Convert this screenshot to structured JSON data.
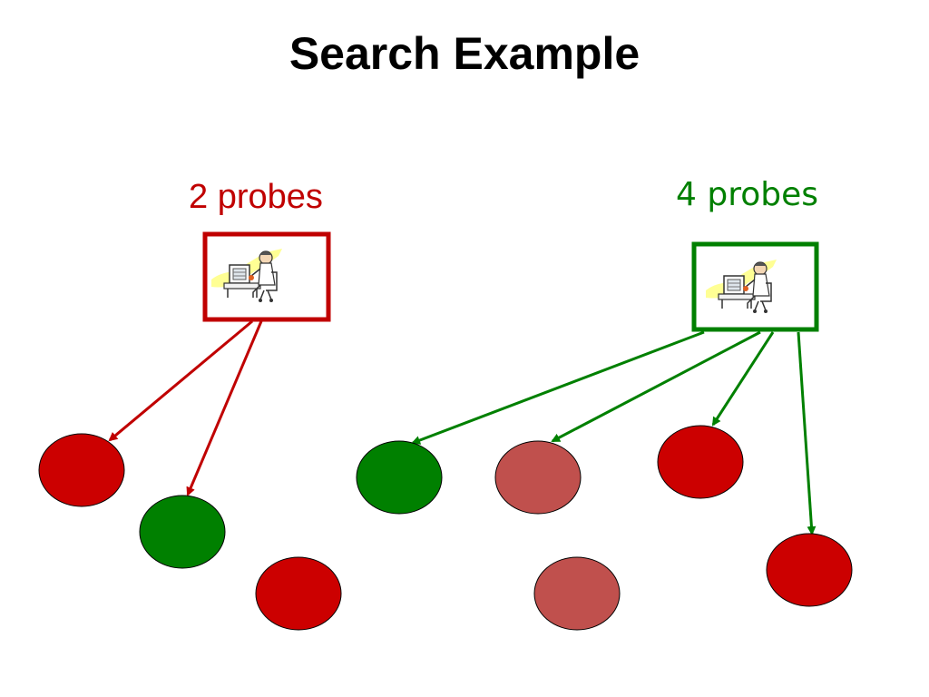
{
  "title": "Search Example",
  "left_group": {
    "label": "2 probes",
    "color": "#c00000"
  },
  "right_group": {
    "label": "4 probes",
    "color": "#008000"
  },
  "node_colors": {
    "red": "#cc0000",
    "green": "#008000",
    "faded_red": "#c0504d"
  },
  "icon": "searcher-at-computer-icon"
}
